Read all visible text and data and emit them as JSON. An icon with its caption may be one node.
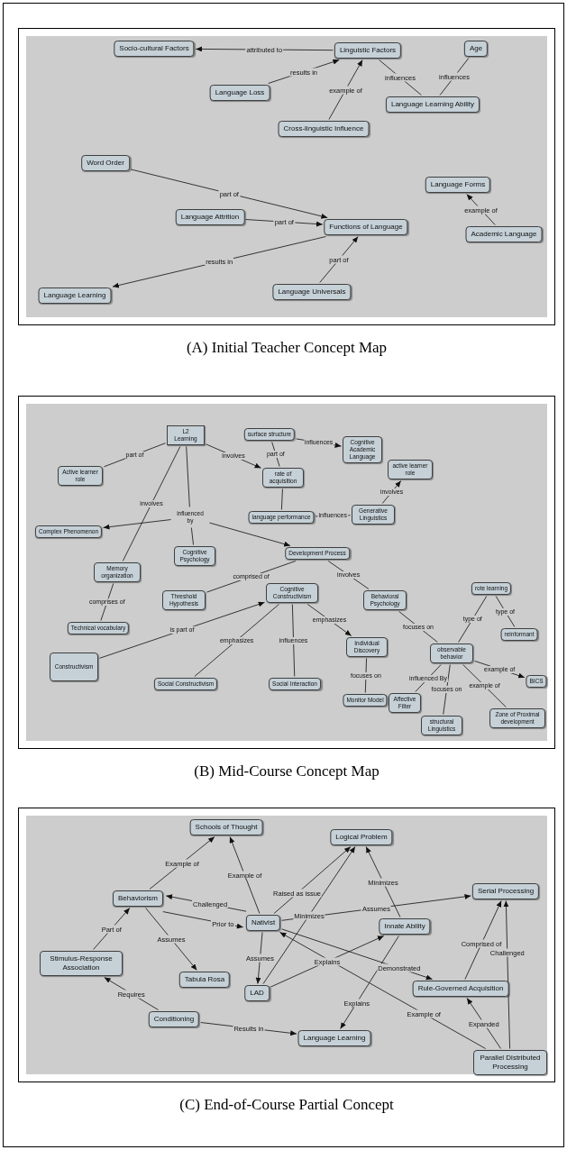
{
  "diagram": {
    "nodes": [
      {
        "text": [
          "(A) Initial Teacher Concept Map"
        ]
      },
      {
        "text": [
          "Socio-cultural Factors"
        ],
        "in": 0
      },
      {
        "text": [
          "Linguistic Factors"
        ],
        "in": 0
      },
      {
        "text": [
          "Age"
        ],
        "in": 0
      },
      {
        "text": [
          "Language Loss"
        ],
        "in": 0
      },
      {
        "text": [
          "Language Learning Ability"
        ],
        "in": 0
      },
      {
        "text": [
          "Cross-linguistic Influence"
        ],
        "in": 0
      },
      {
        "text": [
          "Word Order"
        ],
        "in": 0
      },
      {
        "text": [
          "Language Forms"
        ],
        "in": 0
      },
      {
        "text": [
          "Language Attrition"
        ],
        "in": 0
      },
      {
        "text": [
          "Functions of Language"
        ],
        "in": 0
      },
      {
        "text": [
          "Academic Language"
        ],
        "in": 0
      },
      {
        "text": [
          "Language Learning"
        ],
        "in": 0
      },
      {
        "text": [
          "Language Universals"
        ],
        "in": 0
      },
      {
        "text": [
          "(B) Mid-Course Concept Map"
        ]
      },
      {
        "text": [
          "L2 Learning"
        ],
        "in": 14
      },
      {
        "text": [
          "surface structure"
        ],
        "in": 14
      },
      {
        "text": [
          "Cognitive Academic Language"
        ],
        "in": 14
      },
      {
        "text": [
          "active learner role"
        ],
        "in": 14
      },
      {
        "text": [
          "Active learner role"
        ],
        "in": 14
      },
      {
        "text": [
          "rate of acquisition"
        ],
        "in": 14
      },
      {
        "text": [
          "influenced by"
        ],
        "in": 14
      },
      {
        "text": [
          "language performance"
        ],
        "in": 14
      },
      {
        "text": [
          "Generative Linguistics"
        ],
        "in": 14
      },
      {
        "text": [
          "Complex Phenomenon"
        ],
        "in": 14
      },
      {
        "text": [
          "Development Process"
        ],
        "in": 14
      },
      {
        "text": [
          "Cognitive Psychology"
        ],
        "in": 14
      },
      {
        "text": [
          "Memory organization"
        ],
        "in": 14
      },
      {
        "text": [
          "rote learning"
        ],
        "in": 14
      },
      {
        "text": [
          "Cognitive Constructivism"
        ],
        "in": 14
      },
      {
        "text": [
          "Threshold Hypothesis"
        ],
        "in": 14
      },
      {
        "text": [
          "Behavioral Psychology"
        ],
        "in": 14
      },
      {
        "text": [
          "Technical vocabulary"
        ],
        "in": 14
      },
      {
        "text": [
          "reinformant"
        ],
        "in": 14
      },
      {
        "text": [
          "Individual Discovery"
        ],
        "in": 14
      },
      {
        "text": [
          "observable behavior"
        ],
        "in": 14
      },
      {
        "text": [
          "Constructivism"
        ],
        "in": 14
      },
      {
        "text": [
          "BICS"
        ],
        "in": 14
      },
      {
        "text": [
          "Social Constructivism"
        ],
        "in": 14
      },
      {
        "text": [
          "Social Interaction"
        ],
        "in": 14
      },
      {
        "text": [
          "Monitor Model"
        ],
        "in": 14
      },
      {
        "text": [
          "Affective Filter"
        ],
        "in": 14
      },
      {
        "text": [
          "Zone of Proximal development"
        ],
        "in": 14
      },
      {
        "text": [
          "structural Linguistics"
        ],
        "in": 14
      },
      {
        "text": [
          "(C) End-of-Course Partial Concept"
        ]
      },
      {
        "text": [
          "Schools of Thought"
        ],
        "in": 44
      },
      {
        "text": [
          "Logical Problem"
        ],
        "in": 44
      },
      {
        "text": [
          "Serial Processing"
        ],
        "in": 44
      },
      {
        "text": [
          "Behaviorism"
        ],
        "in": 44
      },
      {
        "text": [
          "Nativist"
        ],
        "in": 44
      },
      {
        "text": [
          "Innate Ability"
        ],
        "in": 44
      },
      {
        "text": [
          "Stimulus-Response Association"
        ],
        "in": 44
      },
      {
        "text": [
          "Tabula Rosa"
        ],
        "in": 44
      },
      {
        "text": [
          "LAD"
        ],
        "in": 44
      },
      {
        "text": [
          "Rule-Governed Acquisition"
        ],
        "in": 44
      },
      {
        "text": [
          "Conditioning"
        ],
        "in": 44
      },
      {
        "text": [
          "Language Learning"
        ],
        "in": 44
      },
      {
        "text": [
          "Parallel Distributed Processing"
        ],
        "in": 44
      }
    ],
    "edges": [
      {
        "from": 2,
        "to": 1,
        "label": "attributed to",
        "arrow": "to"
      },
      {
        "from": 4,
        "to": 2,
        "label": "results in",
        "arrow": "to"
      },
      {
        "from": 6,
        "to": 2,
        "label": "example of",
        "arrow": "to"
      },
      {
        "from": 2,
        "to": 5,
        "label": "influences",
        "arrow": "none"
      },
      {
        "from": 3,
        "to": 5,
        "label": "influences",
        "arrow": "none"
      },
      {
        "from": 7,
        "to": 10,
        "label": "part of",
        "arrow": "to"
      },
      {
        "from": 9,
        "to": 10,
        "label": "part of",
        "arrow": "to"
      },
      {
        "from": 10,
        "to": 12,
        "label": "results in",
        "arrow": "to"
      },
      {
        "from": 13,
        "to": 10,
        "label": "part of",
        "arrow": "to"
      },
      {
        "from": 11,
        "to": 8,
        "label": "example of",
        "arrow": "to"
      },
      {
        "from": 15,
        "to": 19,
        "label": "part of",
        "arrow": "none"
      },
      {
        "from": 15,
        "to": 20,
        "label": "involves",
        "arrow": "to"
      },
      {
        "from": 15,
        "to": 27,
        "label": "involves",
        "arrow": "none"
      },
      {
        "from": 15,
        "to": 21,
        "arrow": "none"
      },
      {
        "from": 21,
        "to": 24,
        "arrow": "to"
      },
      {
        "from": 21,
        "to": 26,
        "arrow": "none"
      },
      {
        "from": 21,
        "to": 25,
        "arrow": "to"
      },
      {
        "from": 16,
        "to": 17,
        "label": "influences",
        "arrow": "to"
      },
      {
        "from": 16,
        "to": 20,
        "label": "part of",
        "arrow": "none"
      },
      {
        "from": 20,
        "to": 22,
        "arrow": "none"
      },
      {
        "from": 22,
        "to": 23,
        "label": "influences",
        "arrow": "none"
      },
      {
        "from": 23,
        "to": 18,
        "label": "involves",
        "arrow": "to"
      },
      {
        "from": 25,
        "to": 30,
        "label": "comprised of",
        "arrow": "none"
      },
      {
        "from": 25,
        "to": 31,
        "label": "involves",
        "arrow": "none"
      },
      {
        "from": 27,
        "to": 32,
        "label": "comprises of",
        "arrow": "none"
      },
      {
        "from": 36,
        "to": 29,
        "label": "is part of",
        "arrow": "to"
      },
      {
        "from": 38,
        "to": 29,
        "label": "emphasizes",
        "arrow": "none"
      },
      {
        "from": 29,
        "to": 39,
        "label": "influences",
        "arrow": "none"
      },
      {
        "from": 29,
        "to": 34,
        "label": "emphasizes",
        "arrow": "to"
      },
      {
        "from": 34,
        "to": 40,
        "label": "focuses on",
        "arrow": "none"
      },
      {
        "from": 31,
        "to": 35,
        "label": "focuses on",
        "arrow": "none"
      },
      {
        "from": 28,
        "to": 35,
        "label": "type of",
        "arrow": "none"
      },
      {
        "from": 28,
        "to": 33,
        "label": "type of",
        "arrow": "none"
      },
      {
        "from": 35,
        "to": 37,
        "label": "example of",
        "arrow": "to"
      },
      {
        "from": 35,
        "to": 42,
        "label": "example of",
        "arrow": "none"
      },
      {
        "from": 35,
        "to": 41,
        "label": "influenced By",
        "arrow": "none"
      },
      {
        "from": 35,
        "to": 43,
        "label": "focuses on",
        "arrow": "none"
      },
      {
        "from": 48,
        "to": 45,
        "label": "Example of",
        "arrow": "to"
      },
      {
        "from": 49,
        "to": 45,
        "label": "Example of",
        "arrow": "to"
      },
      {
        "from": 49,
        "to": 46,
        "label": "Raised as issue",
        "arrow": "to"
      },
      {
        "from": 53,
        "to": 46,
        "label": "Minimizes",
        "arrow": "to"
      },
      {
        "from": 50,
        "to": 46,
        "label": "Minimizes",
        "arrow": "to"
      },
      {
        "from": 49,
        "to": 48,
        "label": "Challenged",
        "arrow": "to"
      },
      {
        "from": 48,
        "to": 49,
        "label": "Prior to",
        "arrow": "to"
      },
      {
        "from": 49,
        "to": 47,
        "label": "Assumes",
        "arrow": "to"
      },
      {
        "from": 48,
        "to": 52,
        "label": "Assumes",
        "arrow": "to"
      },
      {
        "from": 49,
        "to": 53,
        "label": "Assumes",
        "arrow": "to"
      },
      {
        "from": 51,
        "to": 48,
        "label": "Part of",
        "arrow": "to"
      },
      {
        "from": 55,
        "to": 51,
        "label": "Requires",
        "arrow": "to"
      },
      {
        "from": 55,
        "to": 56,
        "label": "Results in",
        "arrow": "to"
      },
      {
        "from": 53,
        "to": 50,
        "label": "Explains",
        "arrow": "to"
      },
      {
        "from": 50,
        "to": 56,
        "label": "Explains",
        "arrow": "to"
      },
      {
        "from": 49,
        "to": 54,
        "label": "Demonstrated",
        "arrow": "to"
      },
      {
        "from": 57,
        "to": 49,
        "label": "Example of",
        "arrow": "to"
      },
      {
        "from": 54,
        "to": 47,
        "label": "Comprised of",
        "arrow": "to"
      },
      {
        "from": 57,
        "to": 54,
        "label": "Expanded",
        "arrow": "to"
      },
      {
        "from": 57,
        "to": 47,
        "label": "Challenged",
        "arrow": "to"
      }
    ]
  }
}
